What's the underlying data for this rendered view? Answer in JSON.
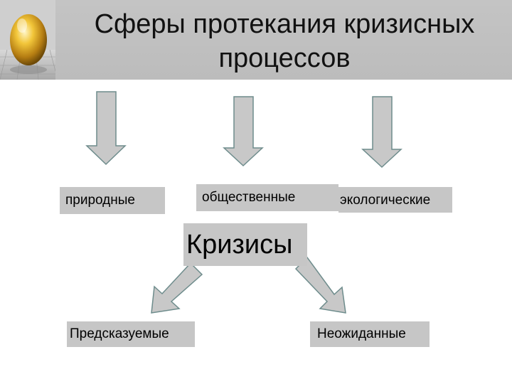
{
  "slide": {
    "title_line1": "Сферы протекания кризисных",
    "title_line2": "процессов"
  },
  "spheres": [
    {
      "label": "природные"
    },
    {
      "label": "общественные"
    },
    {
      "label": "экологические"
    }
  ],
  "center": {
    "label": "Кризисы"
  },
  "types": [
    {
      "label": "Предсказуемые"
    },
    {
      "label": "Неожиданные"
    }
  ],
  "colors": {
    "header_band": "#c4c4c4",
    "box_fill": "#c6c6c6",
    "arrow_fill": "#c8c8c8",
    "arrow_stroke": "#6e8c8c"
  }
}
